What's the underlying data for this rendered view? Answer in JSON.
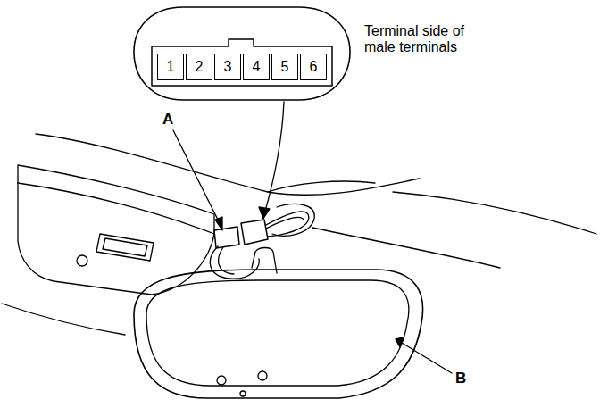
{
  "diagram": {
    "nodes": [
      {
        "text": [
          "1"
        ]
      },
      {
        "text": [
          "2"
        ]
      },
      {
        "text": [
          "3"
        ]
      },
      {
        "text": [
          "4"
        ]
      },
      {
        "text": [
          "5"
        ]
      },
      {
        "text": [
          "6"
        ]
      }
    ],
    "labels": [
      "Terminal side of male terminals",
      "A",
      "B"
    ]
  }
}
